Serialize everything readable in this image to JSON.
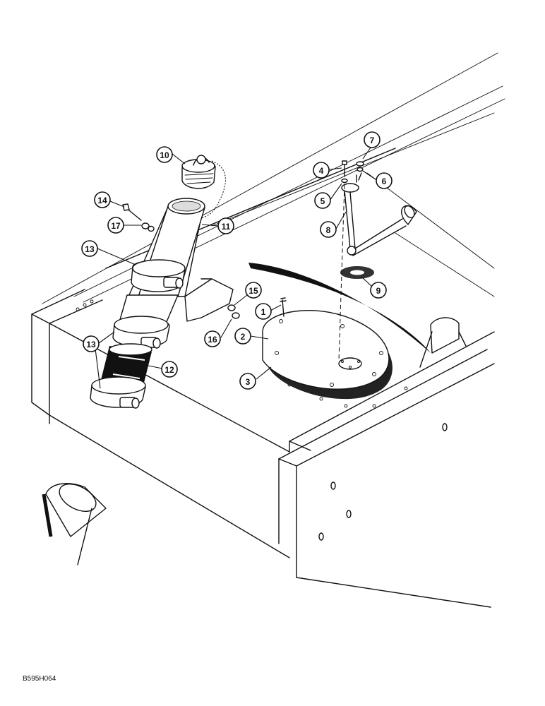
{
  "figure_code": "B595H064",
  "callouts": [
    {
      "id": "c1",
      "label": "1"
    },
    {
      "id": "c2",
      "label": "2"
    },
    {
      "id": "c3",
      "label": "3"
    },
    {
      "id": "c4",
      "label": "4"
    },
    {
      "id": "c5",
      "label": "5"
    },
    {
      "id": "c6",
      "label": "6"
    },
    {
      "id": "c7",
      "label": "7"
    },
    {
      "id": "c8",
      "label": "8"
    },
    {
      "id": "c9",
      "label": "9"
    },
    {
      "id": "c10",
      "label": "10"
    },
    {
      "id": "c11",
      "label": "11"
    },
    {
      "id": "c12",
      "label": "12"
    },
    {
      "id": "c13a",
      "label": "13"
    },
    {
      "id": "c13b",
      "label": "13"
    },
    {
      "id": "c14",
      "label": "14"
    },
    {
      "id": "c15",
      "label": "15"
    },
    {
      "id": "c16",
      "label": "16"
    },
    {
      "id": "c17",
      "label": "17"
    }
  ]
}
